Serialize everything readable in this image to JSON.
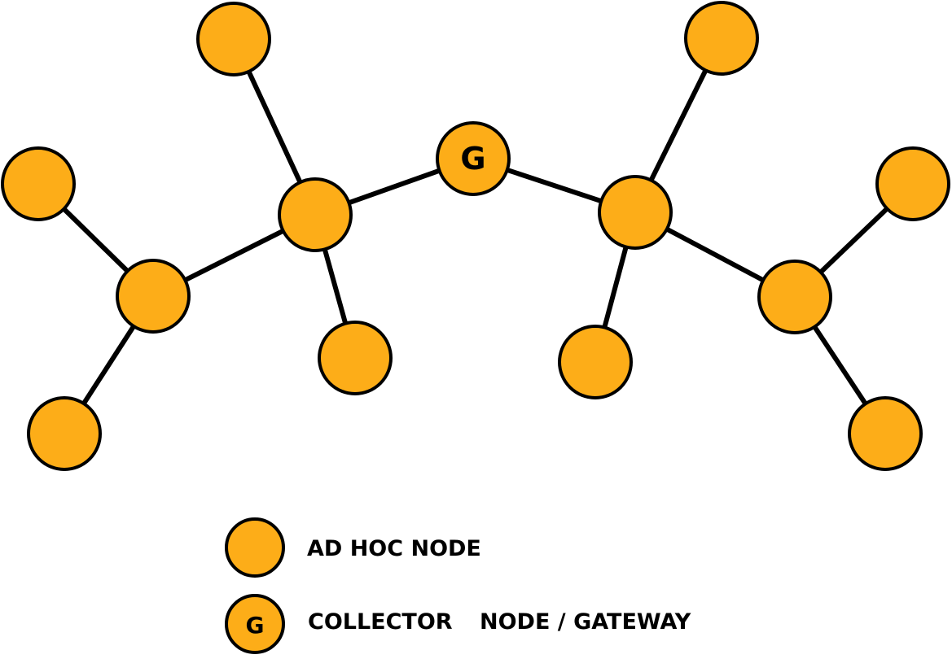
{
  "colors": {
    "node_fill": "#FDAD18",
    "stroke": "#000000",
    "background": "#FFFFFF"
  },
  "nodes": [
    {
      "id": "gateway",
      "type": "gateway",
      "label": "G"
    },
    {
      "id": "hub-left",
      "type": "adhoc",
      "label": ""
    },
    {
      "id": "hub-right",
      "type": "adhoc",
      "label": ""
    },
    {
      "id": "hub-far-left",
      "type": "adhoc",
      "label": ""
    },
    {
      "id": "hub-far-right",
      "type": "adhoc",
      "label": ""
    },
    {
      "id": "leaf-top-left",
      "type": "adhoc",
      "label": ""
    },
    {
      "id": "leaf-top-right",
      "type": "adhoc",
      "label": ""
    },
    {
      "id": "leaf-mid-left",
      "type": "adhoc",
      "label": ""
    },
    {
      "id": "leaf-mid-right",
      "type": "adhoc",
      "label": ""
    },
    {
      "id": "leaf-outer-left-top",
      "type": "adhoc",
      "label": ""
    },
    {
      "id": "leaf-outer-left-bottom",
      "type": "adhoc",
      "label": ""
    },
    {
      "id": "leaf-outer-right-top",
      "type": "adhoc",
      "label": ""
    },
    {
      "id": "leaf-outer-right-bottom",
      "type": "adhoc",
      "label": ""
    }
  ],
  "edges": [
    [
      "gateway",
      "hub-left"
    ],
    [
      "gateway",
      "hub-right"
    ],
    [
      "hub-left",
      "leaf-top-left"
    ],
    [
      "hub-left",
      "leaf-mid-left"
    ],
    [
      "hub-left",
      "hub-far-left"
    ],
    [
      "hub-far-left",
      "leaf-outer-left-top"
    ],
    [
      "hub-far-left",
      "leaf-outer-left-bottom"
    ],
    [
      "hub-right",
      "leaf-top-right"
    ],
    [
      "hub-right",
      "leaf-mid-right"
    ],
    [
      "hub-right",
      "hub-far-right"
    ],
    [
      "hub-far-right",
      "leaf-outer-right-top"
    ],
    [
      "hub-far-right",
      "leaf-outer-right-bottom"
    ]
  ],
  "legend": {
    "adhoc_label": "AD HOC NODE",
    "gateway_symbol": "G",
    "gateway_label_part1": "COLLECTOR",
    "gateway_label_part2": "NODE / GATEWAY"
  }
}
